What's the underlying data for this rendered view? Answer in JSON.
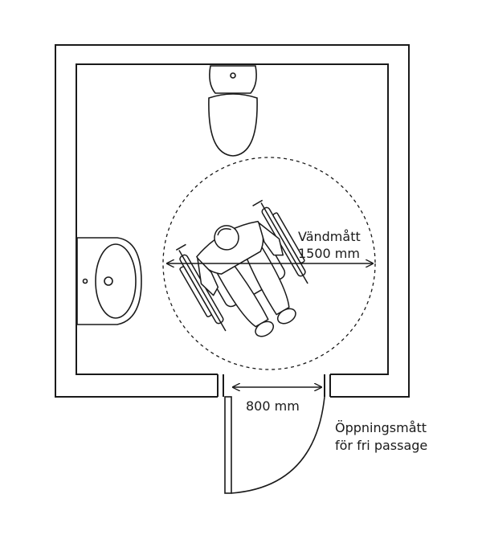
{
  "labels": {
    "turning_title": "Vändmått",
    "turning_value": "1500 mm",
    "door_width": "800 mm",
    "opening_line1": "Öppningsmått",
    "opening_line2": "för fri passage"
  },
  "colors": {
    "line": "#1a1a1a",
    "background": "#ffffff"
  },
  "icons": [
    "toilet-icon",
    "sink-icon",
    "wheelchair-user-icon",
    "door-icon"
  ]
}
